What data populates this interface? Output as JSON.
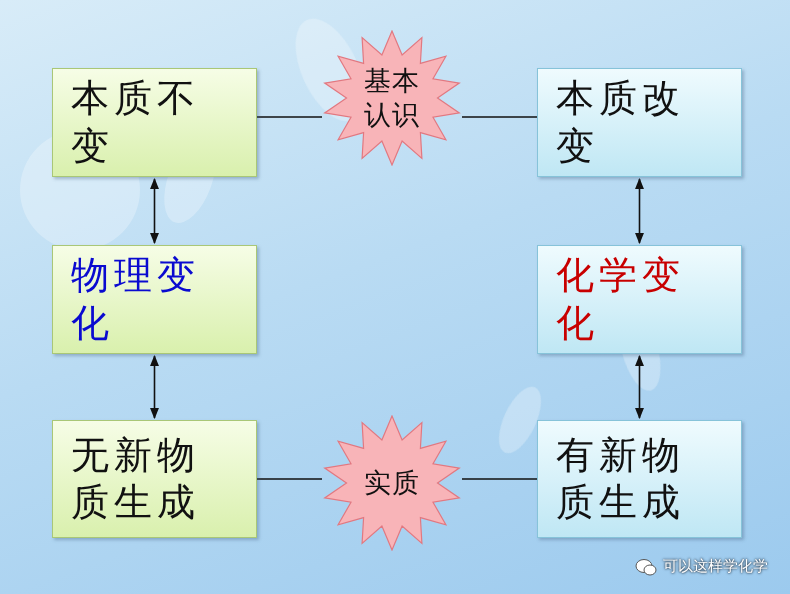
{
  "diagram": {
    "nodes": [
      {
        "text": [
          "本质不变"
        ]
      },
      {
        "text": [
          "基本认识"
        ]
      },
      {
        "text": [
          "本质改变"
        ]
      },
      {
        "text": [
          "物理变化"
        ]
      },
      {
        "text": [
          "化学变化"
        ]
      },
      {
        "text": [
          "无新物质生成"
        ]
      },
      {
        "text": [
          "实质"
        ]
      },
      {
        "text": [
          "有新物质生成"
        ]
      }
    ],
    "edges": [
      {
        "from": 0,
        "to": 1,
        "arrow": "none"
      },
      {
        "from": 1,
        "to": 2,
        "arrow": "none"
      },
      {
        "from": 0,
        "to": 3,
        "arrow": "both"
      },
      {
        "from": 2,
        "to": 4,
        "arrow": "both"
      },
      {
        "from": 3,
        "to": 5,
        "arrow": "both"
      },
      {
        "from": 4,
        "to": 7,
        "arrow": "both"
      },
      {
        "from": 5,
        "to": 6,
        "arrow": "none"
      },
      {
        "from": 6,
        "to": 7,
        "arrow": "none"
      }
    ],
    "labels": [
      "可以这样学化学"
    ]
  }
}
